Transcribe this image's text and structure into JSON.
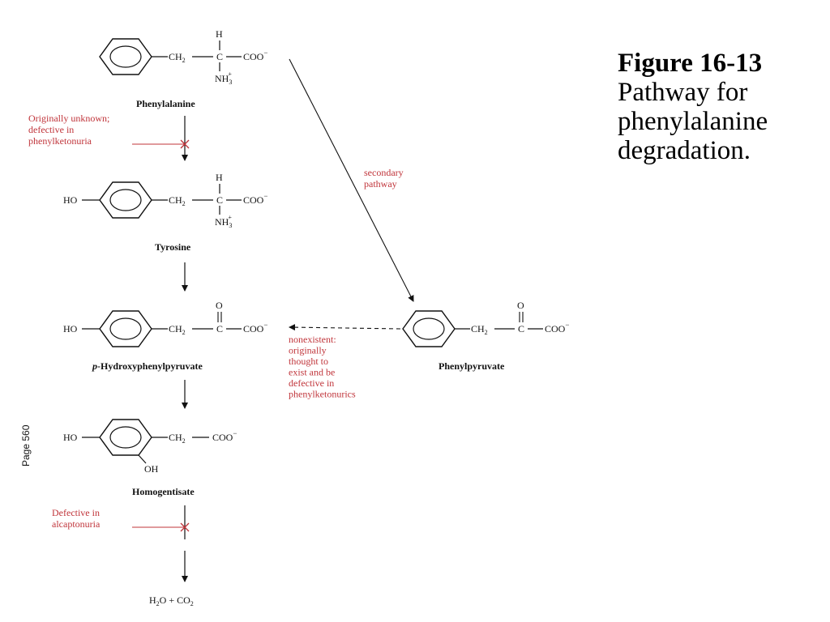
{
  "caption": {
    "figure": "Figure 16-13",
    "description": "Pathway for phenylalanine degradation."
  },
  "page_label": "Page 560",
  "compounds": {
    "phenylalanine": {
      "name": "Phenylalanine",
      "ch2": "CH",
      "ch2_sub": "2",
      "h": "H",
      "c": "C",
      "coo": "COO",
      "charge": "−",
      "nh3": "NH",
      "nh3_sub": "3",
      "nh3_sup": "+"
    },
    "tyrosine": {
      "name": "Tyrosine",
      "ho": "HO",
      "ch2": "CH",
      "ch2_sub": "2",
      "h": "H",
      "c": "C",
      "coo": "COO",
      "charge": "−",
      "nh3": "NH",
      "nh3_sub": "3",
      "nh3_sup": "+"
    },
    "hydroxyphenylpyruvate": {
      "name_prefix": "p",
      "name": "-Hydroxyphenylpyruvate",
      "ho": "HO",
      "ch2": "CH",
      "ch2_sub": "2",
      "o": "O",
      "c": "C",
      "coo": "COO",
      "charge": "−"
    },
    "homogentisate": {
      "name": "Homogentisate",
      "ho": "HO",
      "oh": "OH",
      "ch2": "CH",
      "ch2_sub": "2",
      "coo": "COO",
      "charge": "−"
    },
    "phenylpyruvate": {
      "name": "Phenylpyruvate",
      "ch2": "CH",
      "ch2_sub": "2",
      "o": "O",
      "c": "C",
      "coo": "COO",
      "charge": "−"
    },
    "products": {
      "h2o_h": "H",
      "h2o_sub": "2",
      "h2o_o": "O + CO",
      "co2_sub": "2"
    }
  },
  "annotations": {
    "pku_block": [
      "Originally unknown;",
      "defective in",
      "phenylketonuria"
    ],
    "secondary": [
      "secondary",
      "pathway"
    ],
    "nonexistent": [
      "nonexistent:",
      "originally",
      "thought to",
      "exist and be",
      "defective in",
      "phenylketonurics"
    ],
    "alcaptonuria_block": [
      "Defective in",
      "alcaptonuria"
    ]
  },
  "colors": {
    "annotation": "#c0343a",
    "structure": "#111111",
    "background": "#ffffff"
  }
}
